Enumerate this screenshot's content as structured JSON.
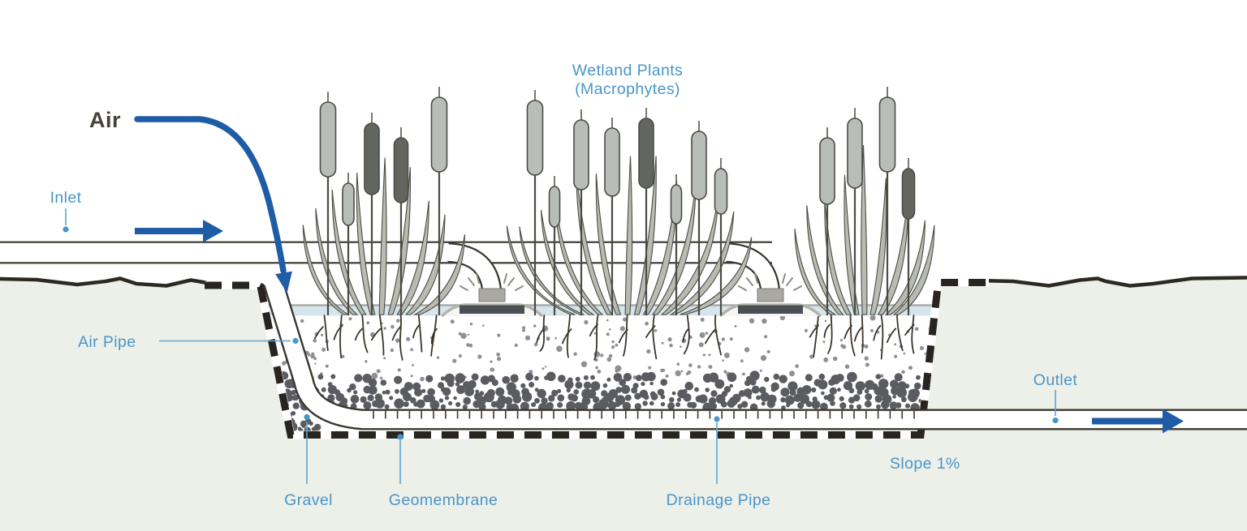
{
  "diagram": {
    "title": {
      "line1": "Wetland Plants",
      "line2": "(Macrophytes)"
    },
    "labels": {
      "air": "Air",
      "inlet": "Inlet",
      "air_pipe": "Air Pipe",
      "gravel": "Gravel",
      "geomembrane": "Geomembrane",
      "drainage_pipe": "Drainage Pipe",
      "outlet": "Outlet",
      "slope": "Slope 1%"
    },
    "icons": {
      "inlet_flow_arrow": "right-arrow",
      "outlet_flow_arrow": "right-arrow",
      "air_flow_arrow": "curved-down-arrow"
    },
    "colors": {
      "label_blue": "#4a96c8",
      "leader_blue": "#5ea4d2",
      "arrow_blue": "#1f5ca6",
      "air_text": "#45413b",
      "ground": "#edefe9",
      "surface_line": "#2c2922",
      "membrane": "#282520",
      "pipe_outline": "#3a372f",
      "plant_light": "#b9bdb9",
      "plant_dark": "#63665f",
      "plant_outline": "#4b4c44",
      "leaf_fill": "#b7bbb2",
      "gravel": "#5b5c61",
      "sand": "#8f9096",
      "water": "#d6e4ec",
      "water_line": "#a6acaa",
      "platform": "#b3b3ab",
      "slab": "#4b5054",
      "nozzle": "#a9a9a1",
      "splash": "#8e8e86",
      "root": "#3a352b"
    }
  }
}
